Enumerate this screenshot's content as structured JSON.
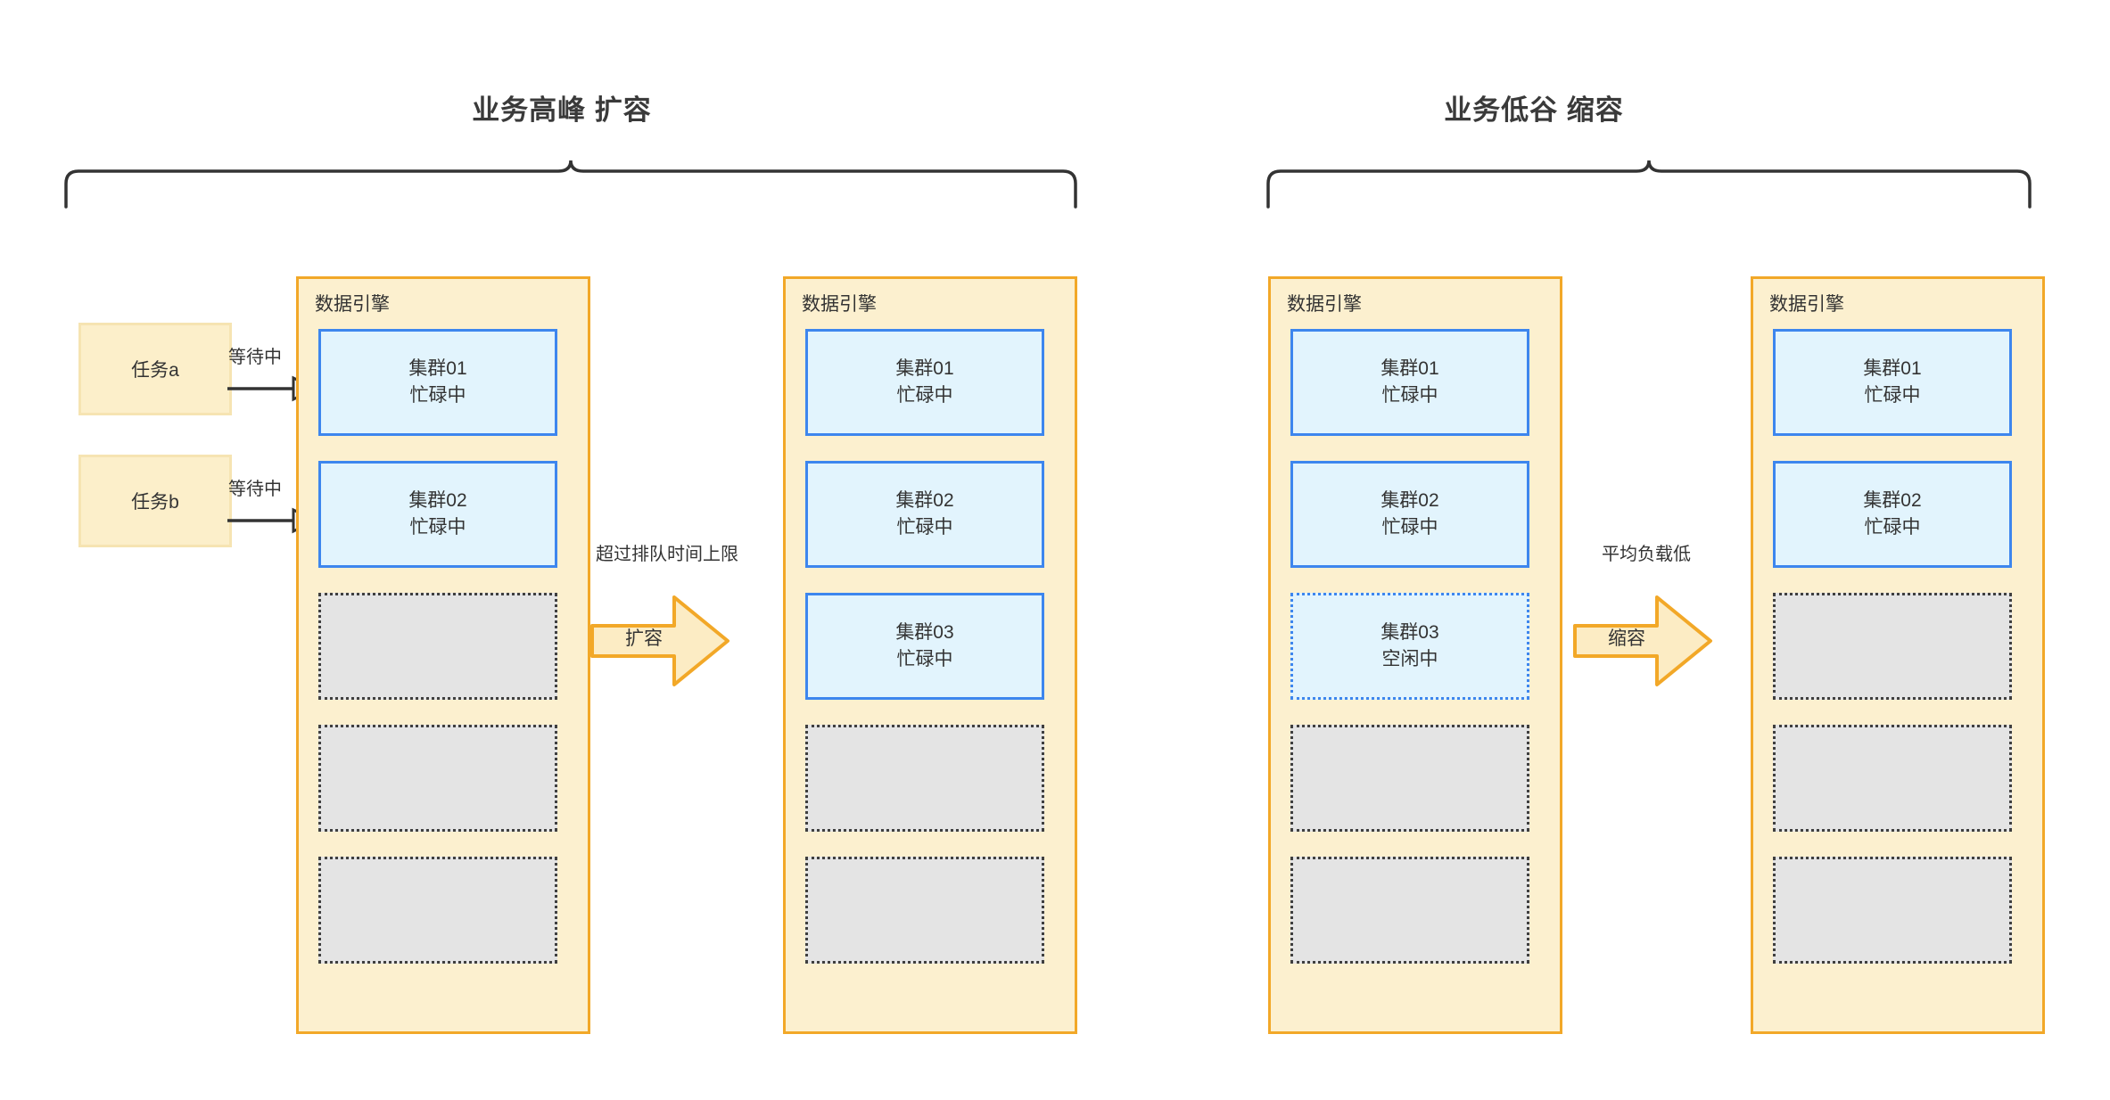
{
  "groups": [
    {
      "id": "scale-out",
      "title": "业务高峰 扩容",
      "transition": {
        "caption": "超过排队时间上限",
        "label": "扩容"
      }
    },
    {
      "id": "scale-in",
      "title": "业务低谷 缩容",
      "transition": {
        "caption": "平均负载低",
        "label": "缩容"
      }
    }
  ],
  "tasks": [
    {
      "name": "任务a",
      "edge_label": "等待中"
    },
    {
      "name": "任务b",
      "edge_label": "等待中"
    }
  ],
  "panels": [
    {
      "id": "panel-1",
      "title": "数据引擎",
      "slots": [
        {
          "state": "busy",
          "name": "集群01",
          "status": "忙碌中"
        },
        {
          "state": "busy",
          "name": "集群02",
          "status": "忙碌中"
        },
        {
          "state": "empty",
          "name": "",
          "status": ""
        },
        {
          "state": "empty",
          "name": "",
          "status": ""
        },
        {
          "state": "empty",
          "name": "",
          "status": ""
        }
      ]
    },
    {
      "id": "panel-2",
      "title": "数据引擎",
      "slots": [
        {
          "state": "busy",
          "name": "集群01",
          "status": "忙碌中"
        },
        {
          "state": "busy",
          "name": "集群02",
          "status": "忙碌中"
        },
        {
          "state": "busy",
          "name": "集群03",
          "status": "忙碌中"
        },
        {
          "state": "empty",
          "name": "",
          "status": ""
        },
        {
          "state": "empty",
          "name": "",
          "status": ""
        }
      ]
    },
    {
      "id": "panel-3",
      "title": "数据引擎",
      "slots": [
        {
          "state": "busy",
          "name": "集群01",
          "status": "忙碌中"
        },
        {
          "state": "busy",
          "name": "集群02",
          "status": "忙碌中"
        },
        {
          "state": "idle",
          "name": "集群03",
          "status": "空闲中"
        },
        {
          "state": "empty",
          "name": "",
          "status": ""
        },
        {
          "state": "empty",
          "name": "",
          "status": ""
        }
      ]
    },
    {
      "id": "panel-4",
      "title": "数据引擎",
      "slots": [
        {
          "state": "busy",
          "name": "集群01",
          "status": "忙碌中"
        },
        {
          "state": "busy",
          "name": "集群02",
          "status": "忙碌中"
        },
        {
          "state": "empty",
          "name": "",
          "status": ""
        },
        {
          "state": "empty",
          "name": "",
          "status": ""
        },
        {
          "state": "empty",
          "name": "",
          "status": ""
        }
      ]
    }
  ],
  "colors": {
    "panel_border": "#f2a828",
    "panel_fill": "#fcf0cf",
    "cluster_border": "#3d86ee",
    "cluster_fill": "#e2f4fd",
    "empty_fill": "#e4e4e4",
    "empty_border": "#3f3f3f",
    "task_fill": "#fcefca",
    "task_border": "#f6e4b2",
    "text": "#333333",
    "brace": "#333333"
  }
}
